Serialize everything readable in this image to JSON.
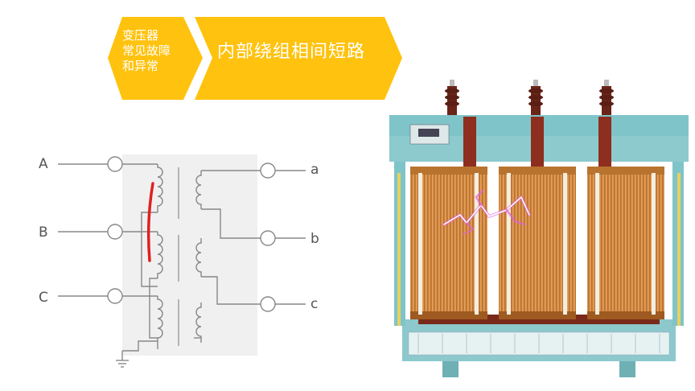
{
  "banner": {
    "left_lines": [
      "变压器",
      "常见故障",
      "和异常"
    ],
    "title": "内部绕组相间短路",
    "color": "#FFC20E",
    "text_color": "#FFFFFF"
  },
  "schematic": {
    "primary_labels": [
      "A",
      "B",
      "C"
    ],
    "secondary_labels": [
      "a",
      "b",
      "c"
    ],
    "fault_color": "#E02020",
    "panel_color": "#F0F0F0"
  },
  "photo": {
    "icon": "dry-type-transformer-illustration",
    "frame_color": "#7FC4C8",
    "coil_color": "#D9904A",
    "spark_color": "#E060E0"
  }
}
